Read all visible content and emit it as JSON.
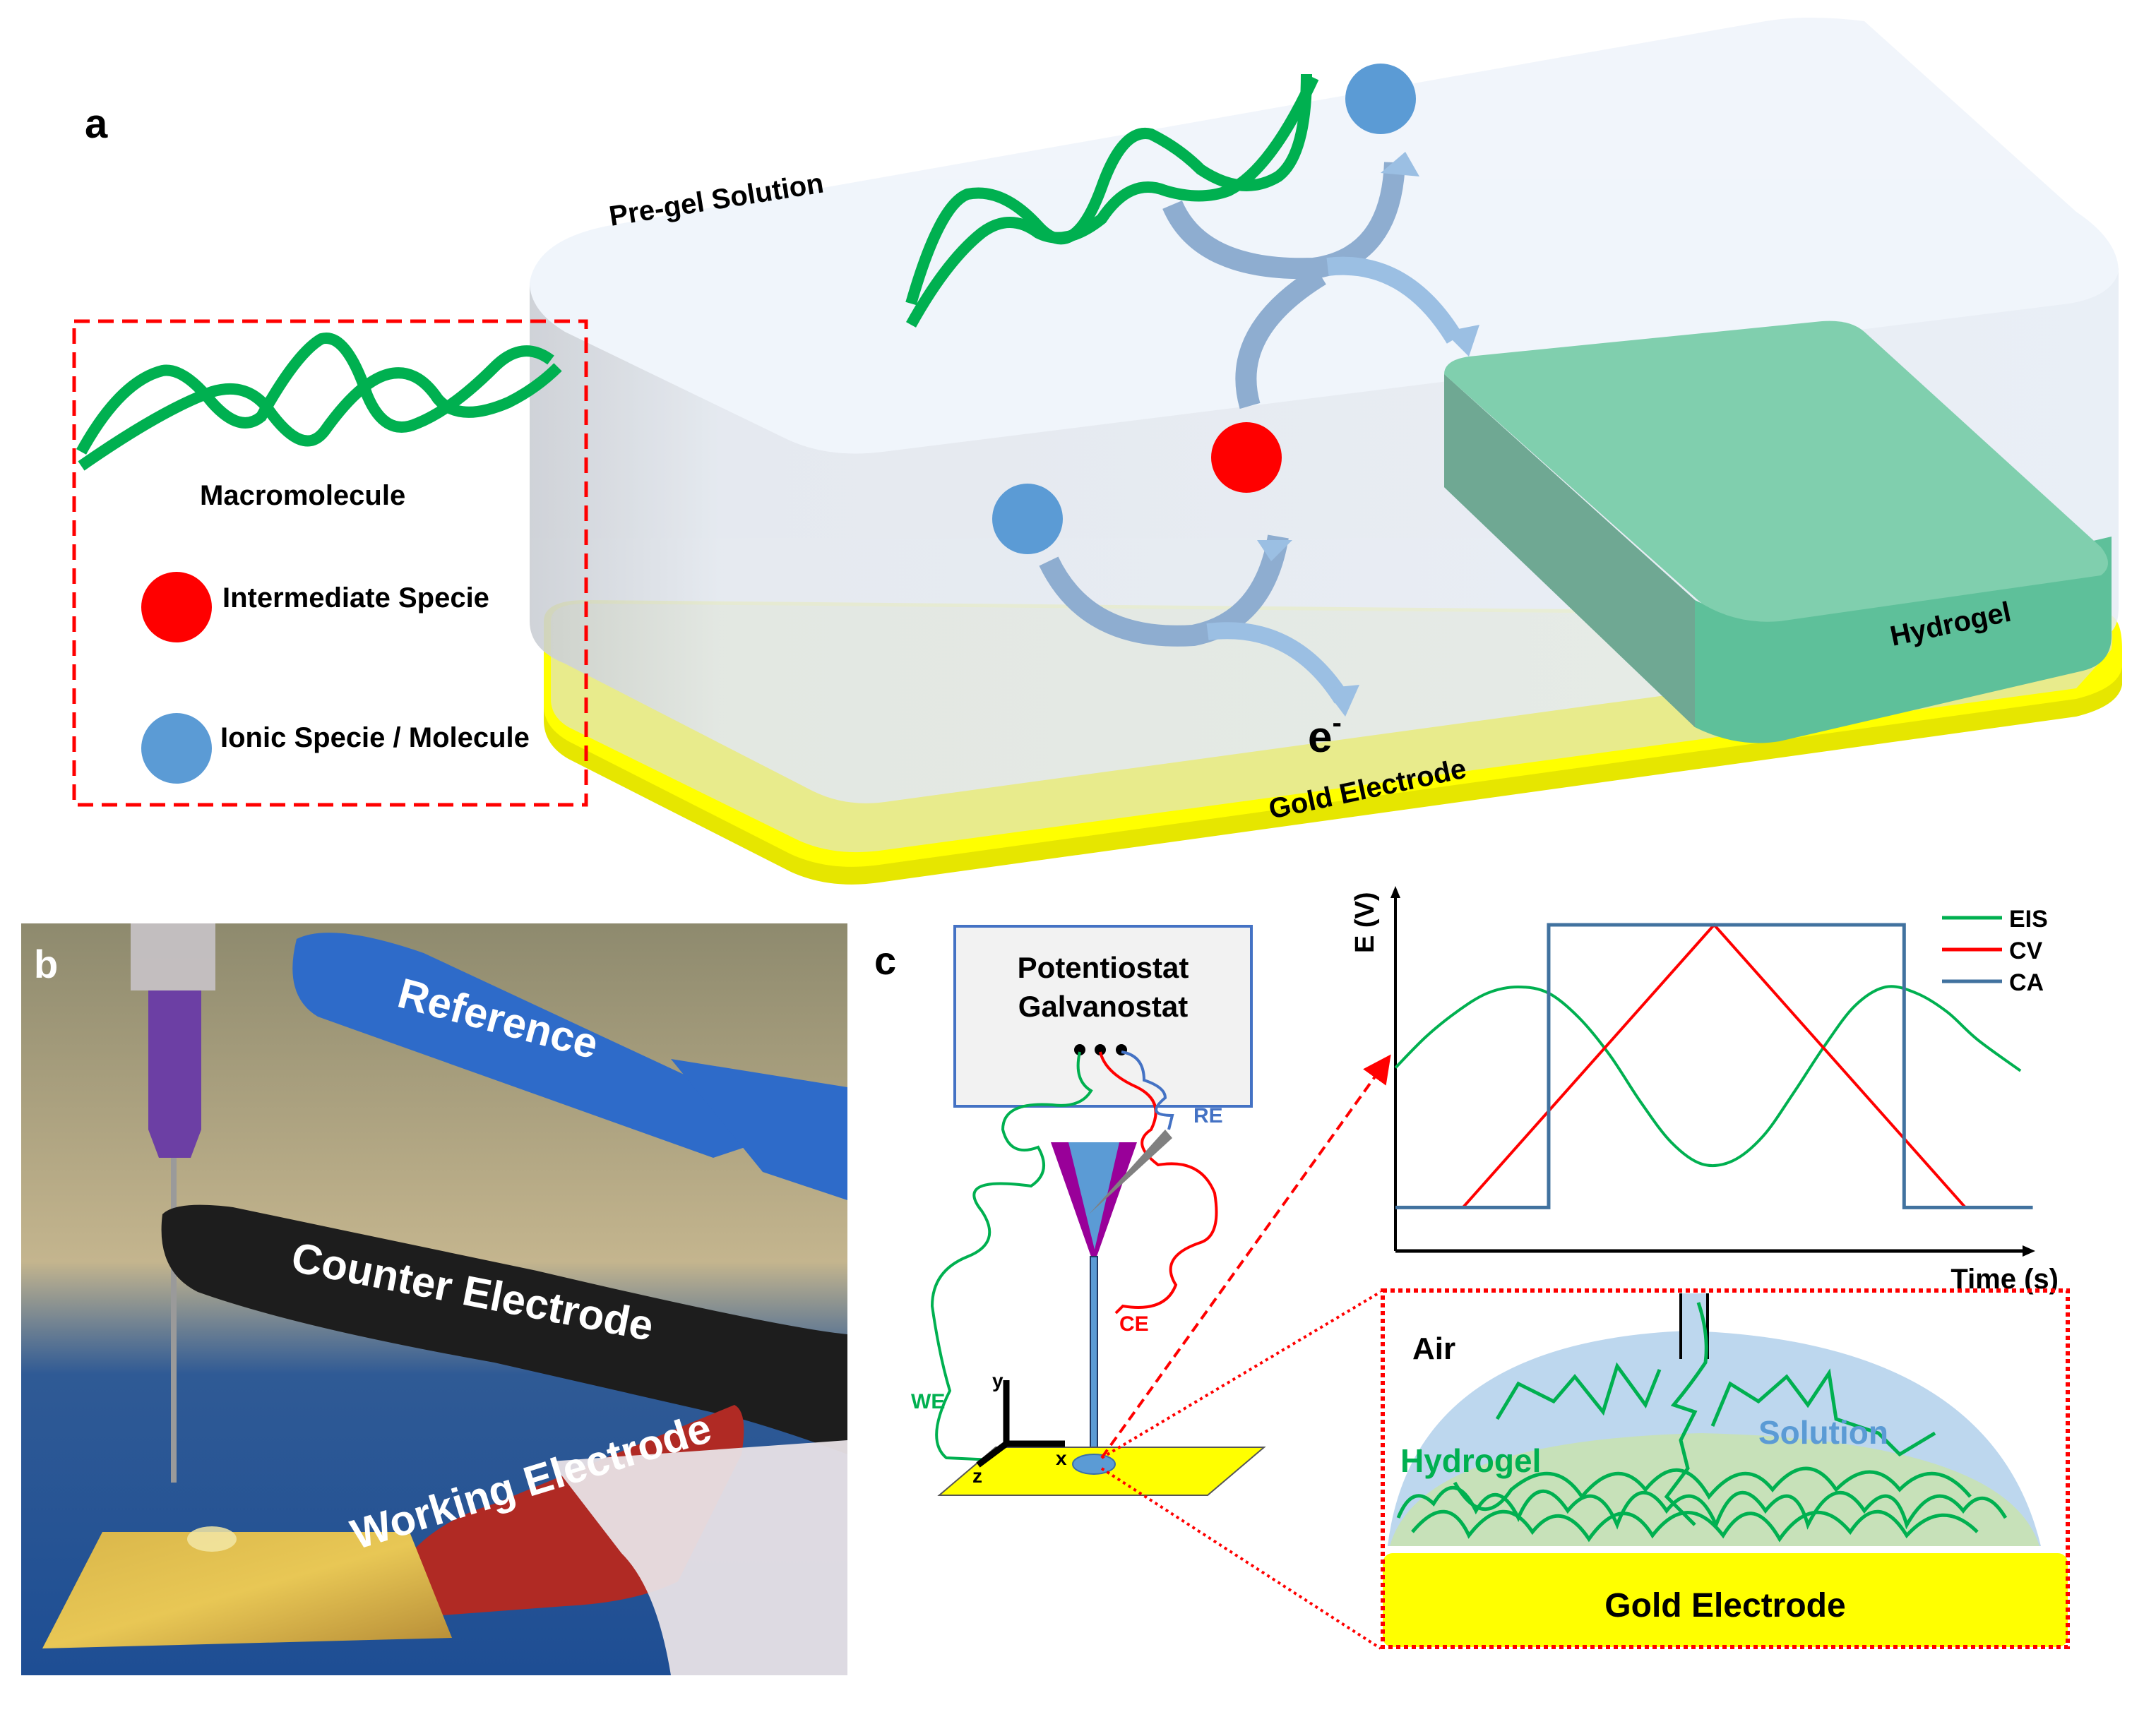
{
  "panels": {
    "a": {
      "label": "a",
      "pregel_label": "Pre-gel Solution",
      "hydrogel_label": "Hydrogel",
      "gold_label": "Gold Electrode",
      "electron_label": "e",
      "electron_sup": "-",
      "legend": {
        "items": [
          {
            "label": "Macromolecule",
            "symbol": "green-chain",
            "color": "#00B050"
          },
          {
            "label": "Intermediate Specie",
            "symbol": "circle",
            "color": "#FF0000"
          },
          {
            "label": "Ionic Specie / Molecule",
            "symbol": "circle",
            "color": "#5B9BD5"
          }
        ]
      }
    },
    "b": {
      "label": "b",
      "clip_labels": {
        "reference": "Reference",
        "counter": "Counter Electrode",
        "working": "Working Electrode"
      }
    },
    "c": {
      "label": "c",
      "instrument_line1": "Potentiostat",
      "instrument_line2": "Galvanostat",
      "lead_labels": {
        "we": "WE",
        "ce": "CE",
        "re": "RE"
      },
      "axes_labels": {
        "x": "x",
        "y": "y",
        "z": "z"
      },
      "inset": {
        "air": "Air",
        "solution": "Solution",
        "hydrogel": "Hydrogel",
        "gold": "Gold Electrode"
      }
    }
  },
  "colors": {
    "green": "#00B050",
    "red": "#FF0000",
    "blue": "#5B9BD5",
    "gold": "#FFFF00",
    "hydrogel": "#80CFAE",
    "ca_line": "#41729F"
  },
  "chart_data": {
    "type": "line",
    "title": "",
    "xlabel": "Time (s)",
    "ylabel": "E (V)",
    "xlim": [
      0,
      10
    ],
    "ylim": [
      0,
      10
    ],
    "grid": false,
    "legend_position": "top-right",
    "series": [
      {
        "name": "EIS",
        "color": "#00B050",
        "shape": "sine",
        "x": [
          0,
          0.5,
          1,
          1.5,
          2,
          2.5,
          3,
          3.5,
          4,
          4.5,
          5,
          5.5,
          6,
          6.5,
          7,
          7.5,
          8,
          8.5,
          9,
          9.5,
          10.2
        ],
        "y": [
          5.4,
          6.4,
          7.2,
          7.8,
          8.0,
          7.8,
          7.0,
          5.8,
          4.3,
          3.0,
          2.3,
          2.4,
          3.2,
          4.6,
          6.1,
          7.4,
          8.0,
          7.8,
          7.2,
          6.3,
          5.3
        ]
      },
      {
        "name": "CV",
        "color": "#FF0000",
        "shape": "triangle",
        "x": [
          1.1,
          5.2,
          9.3
        ],
        "y": [
          0.9,
          10.0,
          0.9
        ]
      },
      {
        "name": "CA",
        "color": "#41729F",
        "shape": "step",
        "x": [
          0,
          2.5,
          2.5,
          8.3,
          8.3,
          10.4
        ],
        "y": [
          0.9,
          0.9,
          10.0,
          10.0,
          0.9,
          0.9
        ]
      }
    ]
  }
}
